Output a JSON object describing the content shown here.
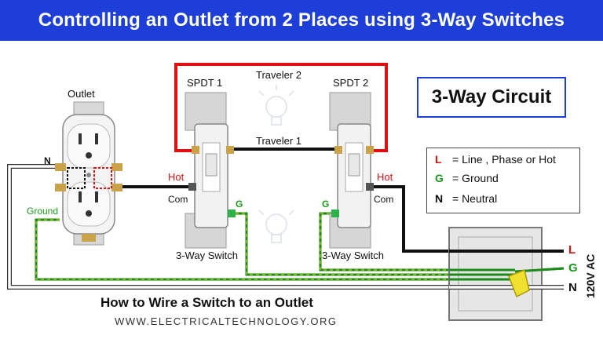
{
  "title": "Controlling an Outlet from 2 Places using 3-Way Switches",
  "circuit_label": "3-Way Circuit",
  "outlet": {
    "label": "Outlet",
    "neutral_terminal": "N",
    "ground_label": "Ground"
  },
  "switch_1": {
    "name": "SPDT 1",
    "hot_label": "Hot",
    "com_label": "Com",
    "ground_letter": "G",
    "caption": "3-Way Switch"
  },
  "switch_2": {
    "name": "SPDT 2",
    "hot_label": "Hot",
    "com_label": "Com",
    "ground_letter": "G",
    "caption": "3-Way Switch"
  },
  "travelers": {
    "traveler_1": "Traveler 1",
    "traveler_2": "Traveler 2"
  },
  "legend": {
    "rows": [
      {
        "key": "L",
        "text": "= Line , Phase or Hot",
        "color": "#e01010"
      },
      {
        "key": "G",
        "text": "= Ground",
        "color": "#1a9a1a"
      },
      {
        "key": "N",
        "text": "= Neutral",
        "color": "#111111"
      }
    ]
  },
  "supply": {
    "L": "L",
    "G": "G",
    "N": "N",
    "voltage": "120V AC"
  },
  "footer": {
    "heading": "How to Wire a Switch to an Outlet",
    "site": "WWW.ELECTRICALTECHNOLOGY.ORG"
  },
  "colors": {
    "title_bg": "#1d3fd8",
    "hot_wire": "#111111",
    "traveler_2_wire": "#e01010",
    "ground_wire": "#1a9a1a",
    "neutral_wire": "#ffffff"
  }
}
